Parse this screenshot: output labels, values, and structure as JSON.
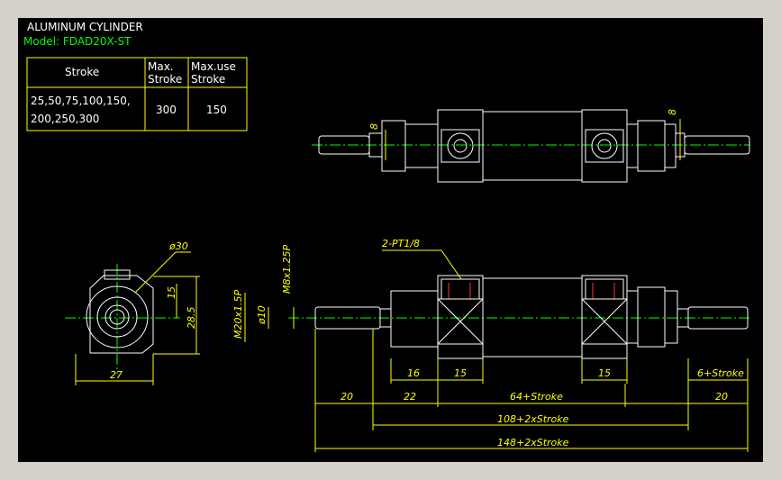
{
  "title": "ALUMINUM CYLINDER",
  "model": "Model: FDAD20X-ST",
  "table": {
    "headers": [
      "Stroke",
      "Max.\nStroke",
      "Max.use\nStroke"
    ],
    "rows": [
      [
        "25,50,75,100,150,\n200,250,300",
        "300",
        "150"
      ]
    ]
  },
  "labels": {
    "port": "2-PT1/8",
    "dia30": "ø30",
    "thread_m8": "M8x1.25P",
    "thread_m20": "M20x1.5P",
    "dia10": "ø10",
    "top_8_left": "8",
    "top_8_right": "8"
  },
  "dims": {
    "d15_end": "15",
    "d28_5": "28.5",
    "d27": "27",
    "d16": "16",
    "d15_a": "15",
    "d15_b": "15",
    "d6s": "6+Stroke",
    "d20_left": "20",
    "d22": "22",
    "d64s": "64+Stroke",
    "d20_right": "20",
    "d108": "108+2xStroke",
    "d148": "148+2xStroke"
  },
  "colors": {
    "background": "#000000",
    "outline": "#ffffff",
    "dimension": "#ffff00",
    "centerline": "#00ff00",
    "hidden": "#ff3333"
  }
}
